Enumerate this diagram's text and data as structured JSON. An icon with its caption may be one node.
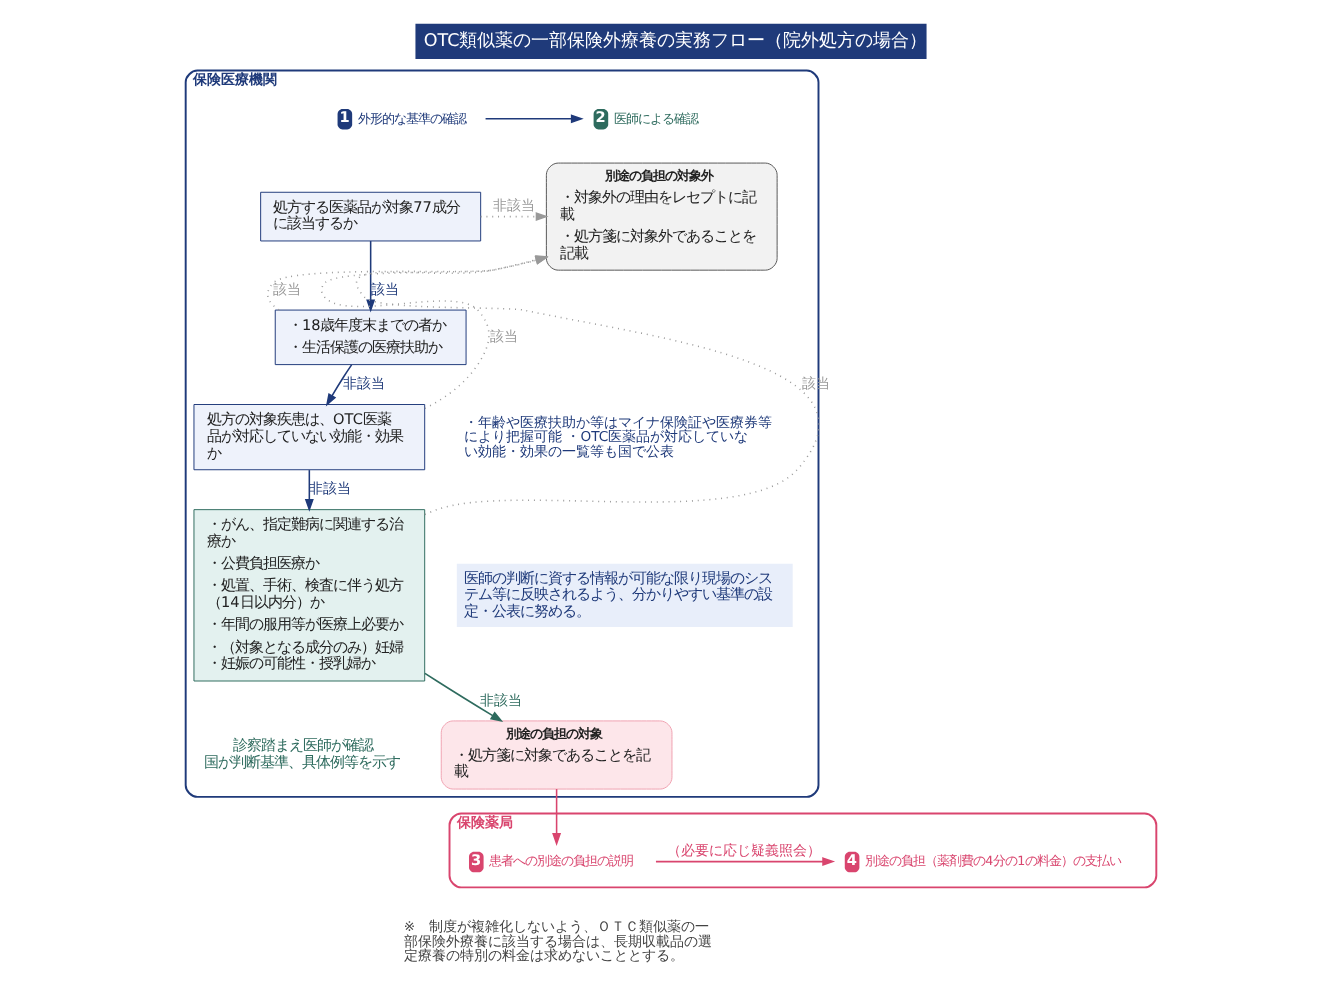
{
  "diagram": {
    "title": "OTC類似薬の一部保険外療養の実務フロー（院外処方の場合）",
    "nodes": [
      {
        "text": [
          "保険医療機関"
        ]
      },
      {
        "text": [
          "1",
          "外形的な基準の確認"
        ],
        "in": 0
      },
      {
        "text": [
          "2",
          "医師による確認"
        ],
        "in": 0
      },
      {
        "text": [
          "処方する医薬品が対象77成分に該当するか"
        ],
        "in": 0
      },
      {
        "text": [
          "・18歳年度末までの者か",
          "・生活保護の医療扶助か"
        ],
        "in": 0
      },
      {
        "text": [
          "処方の対象疾患は、OTC医薬品が対応していない効能・効果か"
        ],
        "in": 0
      },
      {
        "text": [
          "・がん、指定難病に関連する治療か",
          "・公費負担医療か",
          "・処置、手術、検査に伴う処方（14日以内分）か",
          "・年間の服用等が医療上必要か",
          "・（対象となる成分のみ）妊婦・妊娠の可能性・授乳婦か"
        ],
        "in": 0,
        "beside": [
          "診察踏まえ医師が確認",
          "国が判断基準、具体例等を示す"
        ]
      },
      {
        "text": [
          "別途の負担の対象外",
          "・対象外の理由をレセプトに記載",
          "・処方箋に対象外であることを記載"
        ],
        "in": 0
      },
      {
        "text": [
          "別途の負担の対象",
          "・処方箋に対象であることを記載"
        ],
        "in": 0
      },
      {
        "text": [
          "保険薬局"
        ]
      },
      {
        "text": [
          "3",
          "患者への別途の負担の説明"
        ],
        "in": 9
      },
      {
        "text": [
          "4",
          "別途の負担（薬剤費の4分の1の料金）の支払い"
        ],
        "in": 9
      }
    ],
    "edges": [
      {
        "from": 1,
        "to": 2,
        "arrow": "to"
      },
      {
        "from": 3,
        "to": 7,
        "arrow": "to",
        "label": "非該当",
        "style": "dashed",
        "color": "#999999"
      },
      {
        "from": 3,
        "to": 4,
        "arrow": "to",
        "label": "該当"
      },
      {
        "from": 4,
        "to": 7,
        "arrow": "to",
        "label": "該当",
        "style": "dashed",
        "color": "#999999"
      },
      {
        "from": 4,
        "to": 5,
        "arrow": "to",
        "label": "非該当"
      },
      {
        "from": 5,
        "to": 7,
        "arrow": "to",
        "label": "該当",
        "style": "dashed",
        "color": "#999999"
      },
      {
        "from": 5,
        "to": 6,
        "arrow": "to",
        "label": "非該当"
      },
      {
        "from": 6,
        "to": 7,
        "arrow": "to",
        "label": "該当",
        "style": "dashed",
        "color": "#999999"
      },
      {
        "from": 6,
        "to": 8,
        "arrow": "to",
        "label": "非該当",
        "color": "#2e6b5e"
      },
      {
        "from": 8,
        "to": 10,
        "arrow": "to",
        "color": "#d9456e"
      },
      {
        "from": 10,
        "to": 11,
        "arrow": "to",
        "label": "（必要に応じ疑義照会）",
        "color": "#d9456e"
      }
    ],
    "labels": [
      "・年齢や医療扶助か等はマイナ保険証や医療券等により把握可能 ・OTC医薬品が対応していない効能・効果の一覧等も国で公表",
      "医師の判断に資する情報が可能な限り現場のシステム等に反映されるよう、分かりやすい基準の設定・公表に努める。",
      "※　制度が複雑化しないよう、ＯＴＣ類似薬の一部保険外療養に該当する場合は、長期収載品の選定療養の特別の料金は求めないこととする。"
    ]
  }
}
